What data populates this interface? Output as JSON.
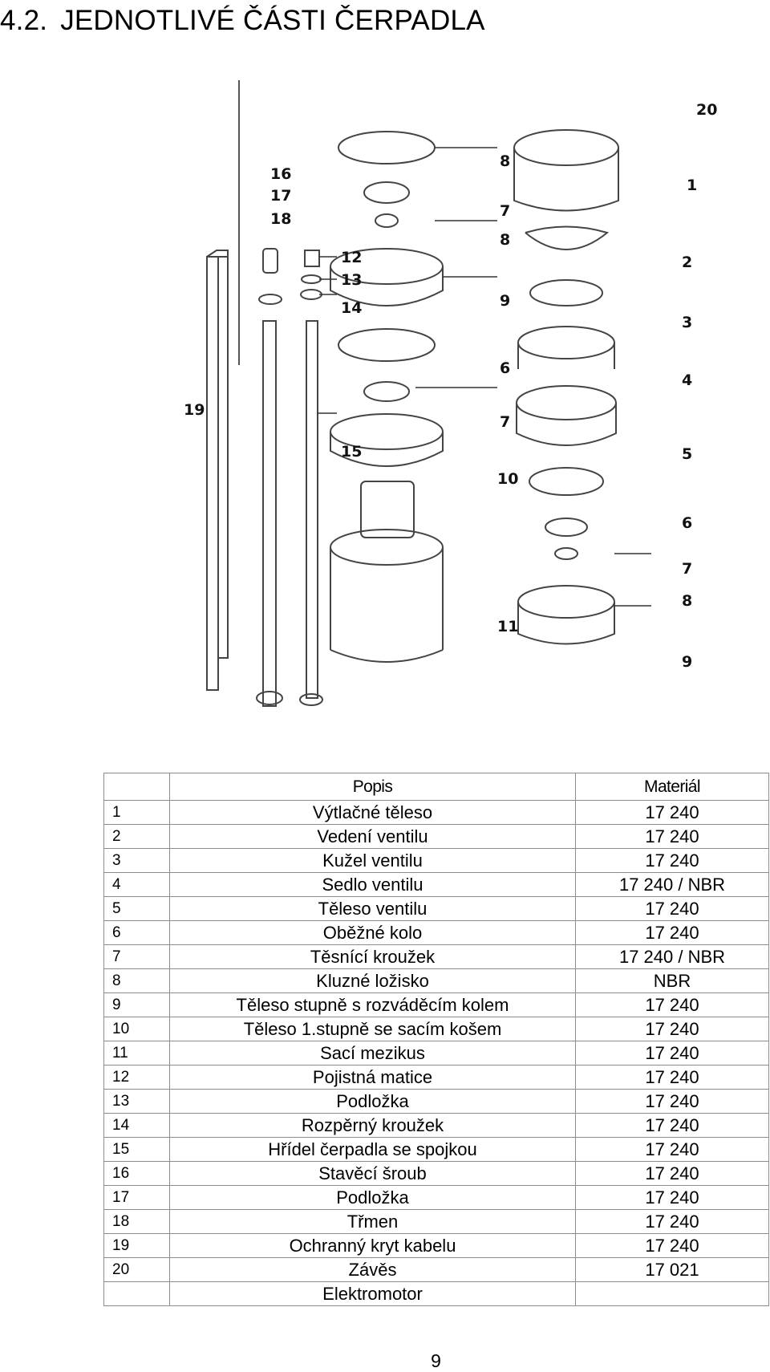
{
  "section": {
    "number": "4.2.",
    "title": "JEDNOTLIVÉ ČÁSTI ČERPADLA"
  },
  "figure": {
    "callouts": [
      "20",
      "1",
      "8",
      "7",
      "8",
      "12",
      "13",
      "14",
      "9",
      "2",
      "3",
      "6",
      "4",
      "7",
      "16",
      "17",
      "18",
      "19",
      "15",
      "5",
      "10",
      "6",
      "7",
      "8",
      "11",
      "9"
    ]
  },
  "table": {
    "header": {
      "description": "Popis",
      "material": "Materiál"
    },
    "rows": [
      {
        "no": "1",
        "description": "Výtlačné těleso",
        "material": "17 240"
      },
      {
        "no": "2",
        "description": "Vedení ventilu",
        "material": "17 240"
      },
      {
        "no": "3",
        "description": "Kužel ventilu",
        "material": "17 240"
      },
      {
        "no": "4",
        "description": "Sedlo ventilu",
        "material": "17 240 / NBR"
      },
      {
        "no": "5",
        "description": "Těleso ventilu",
        "material": "17 240"
      },
      {
        "no": "6",
        "description": "Oběžné kolo",
        "material": "17 240"
      },
      {
        "no": "7",
        "description": "Těsnící kroužek",
        "material": "17 240 / NBR"
      },
      {
        "no": "8",
        "description": "Kluzné ložisko",
        "material": "NBR"
      },
      {
        "no": "9",
        "description": "Těleso stupně s rozváděcím kolem",
        "material": "17 240"
      },
      {
        "no": "10",
        "description": "Těleso 1.stupně se sacím košem",
        "material": "17 240"
      },
      {
        "no": "11",
        "description": "Sací mezikus",
        "material": "17 240"
      },
      {
        "no": "12",
        "description": "Pojistná matice",
        "material": "17 240"
      },
      {
        "no": "13",
        "description": "Podložka",
        "material": "17 240"
      },
      {
        "no": "14",
        "description": "Rozpěrný kroužek",
        "material": "17 240"
      },
      {
        "no": "15",
        "description": "Hřídel čerpadla se spojkou",
        "material": "17 240"
      },
      {
        "no": "16",
        "description": "Stavěcí šroub",
        "material": "17 240"
      },
      {
        "no": "17",
        "description": "Podložka",
        "material": "17 240"
      },
      {
        "no": "18",
        "description": "Třmen",
        "material": "17 240"
      },
      {
        "no": "19",
        "description": "Ochranný kryt kabelu",
        "material": "17 240"
      },
      {
        "no": "20",
        "description": "Závěs",
        "material": "17 021"
      },
      {
        "no": "",
        "description": "Elektromotor",
        "material": ""
      }
    ]
  },
  "page_number": "9"
}
